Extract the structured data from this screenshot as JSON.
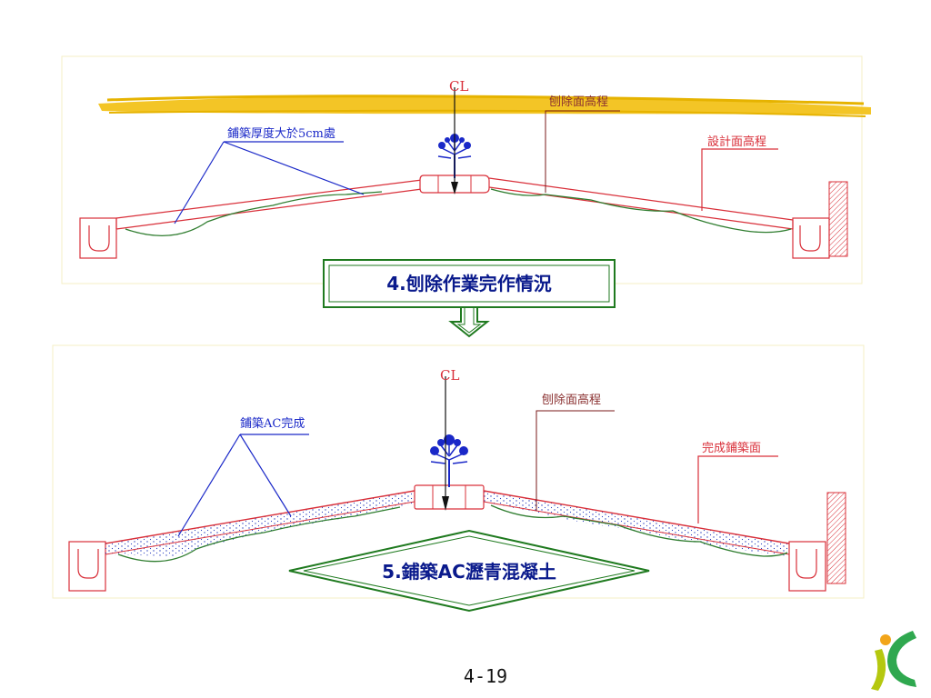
{
  "panel1": {
    "cl_mark": "CL",
    "labels": {
      "milling_elevation": "刨除面高程",
      "design_elevation": "設計面高程",
      "thick_paving": "鋪築厚度大於5cm處"
    },
    "step_title": "4.刨除作業完作情況"
  },
  "panel2": {
    "cl_mark": "CL",
    "labels": {
      "milling_elevation": "刨除面高程",
      "finished_surface": "完成鋪築面",
      "ac_done": "鋪築AC完成"
    },
    "step_title": "5.鋪築AC瀝青混凝土"
  },
  "page_number": "4-19",
  "colors": {
    "road_line": "#d9303a",
    "leader_blue": "#1a28c8",
    "ground_green": "#2f7d2f",
    "arrow_green": "#1f7a1f",
    "highlighter": "#f2c21a",
    "title_text": "#0a1a8c"
  }
}
